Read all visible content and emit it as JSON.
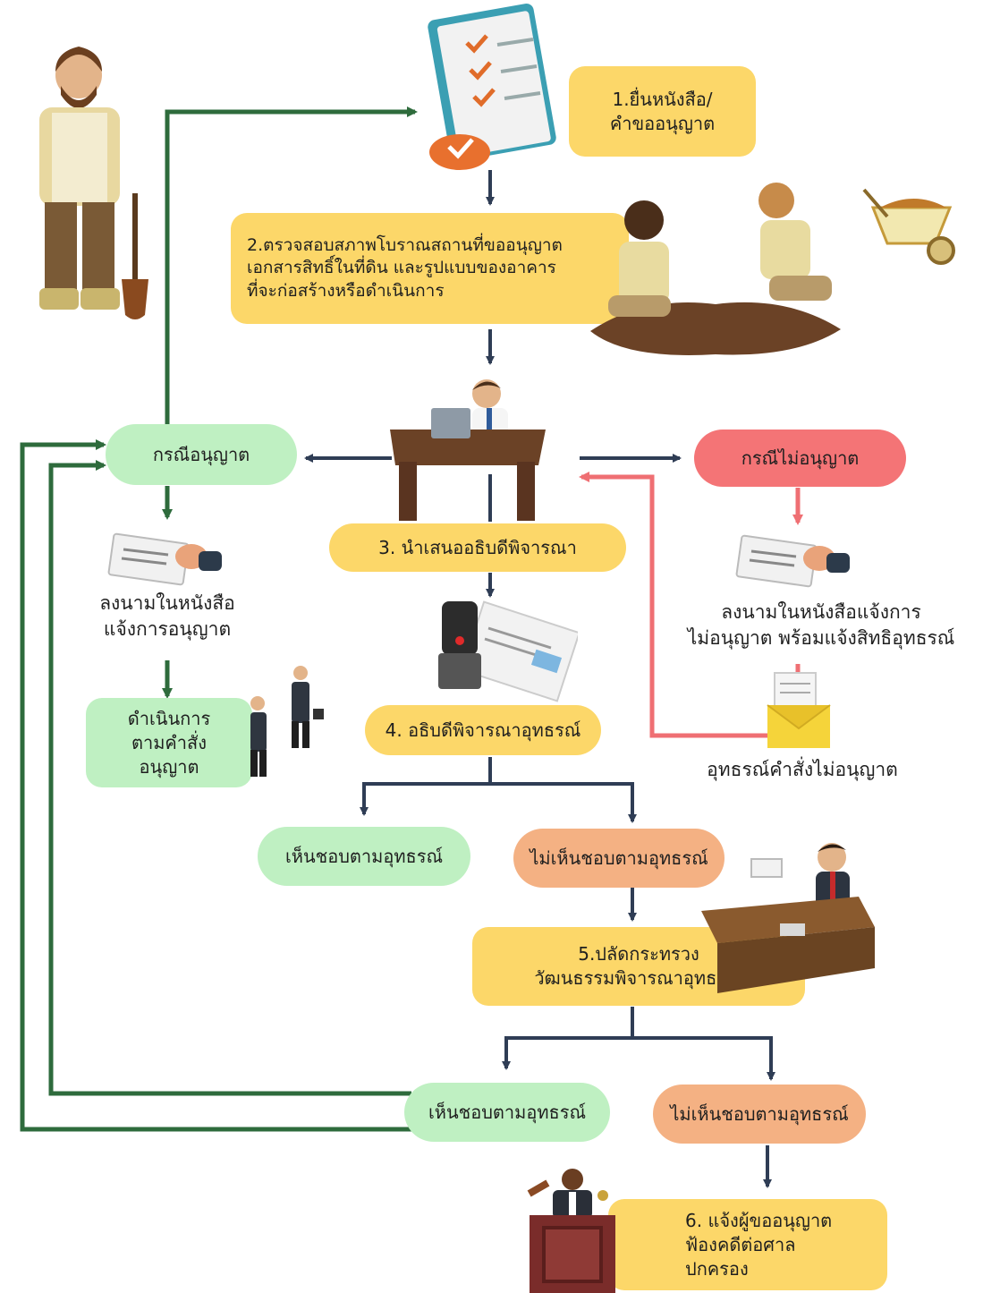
{
  "steps": {
    "step1": "1.ยื่นหนังสือ/\nคำขออนุญาต",
    "step2": "2.ตรวจสอบสภาพโบราณสถานที่ขออนุญาต\nเอกสารสิทธิ์ในที่ดิน และรูปแบบของอาคาร\nที่จะก่อสร้างหรือดำเนินการ",
    "step3": "3. นำเสนออธิบดีพิจารณา",
    "step4": "4. อธิบดีพิจารณาอุทธรณ์",
    "step5": "5.ปลัดกระทรวง\nวัฒนธรรมพิจารณาอุทธรณ์",
    "step6": "6. แจ้งผู้ขออนุญาต\nฟ้องคดีต่อศาล\nปกครอง"
  },
  "branches": {
    "approved": "กรณีอนุญาต",
    "not_approved": "กรณีไม่อนุญาต",
    "sign_approval_letter": "ลงนามในหนังสือ\nแจ้งการอนุญาต",
    "proceed_per_order": "ดำเนินการ\nตามคำสั่ง\nอนุญาต",
    "sign_denial_letter": "ลงนามในหนังสือแจ้งการ\nไม่อนุญาต พร้อมแจ้งสิทธิอุทธรณ์",
    "appeal_denial": "อุทธรณ์คำสั่งไม่อนุญาต",
    "agree_appeal_1": "เห็นชอบตามอุทธรณ์",
    "disagree_appeal_1": "ไม่เห็นชอบตามอุทธรณ์",
    "agree_appeal_2": "เห็นชอบตามอุทธรณ์",
    "disagree_appeal_2": "ไม่เห็นชอบตามอุทธรณ์"
  },
  "colors": {
    "yellow": "#fcd769",
    "green_box": "#bff0c2",
    "orange_box": "#f4b183",
    "red_box": "#f47476",
    "green_arrow": "#2e6b3c",
    "navy_arrow": "#2f3d55",
    "red_arrow": "#ef6f73"
  },
  "icons": [
    "explorer-illustration",
    "checklist-icon",
    "excavation-illustration",
    "wheelbarrow-icon",
    "officer-desk-illustration",
    "signing-hand-icon",
    "handshake-illustration",
    "stamp-document-icon",
    "envelope-icon",
    "executive-desk-illustration",
    "judge-podium-illustration"
  ]
}
